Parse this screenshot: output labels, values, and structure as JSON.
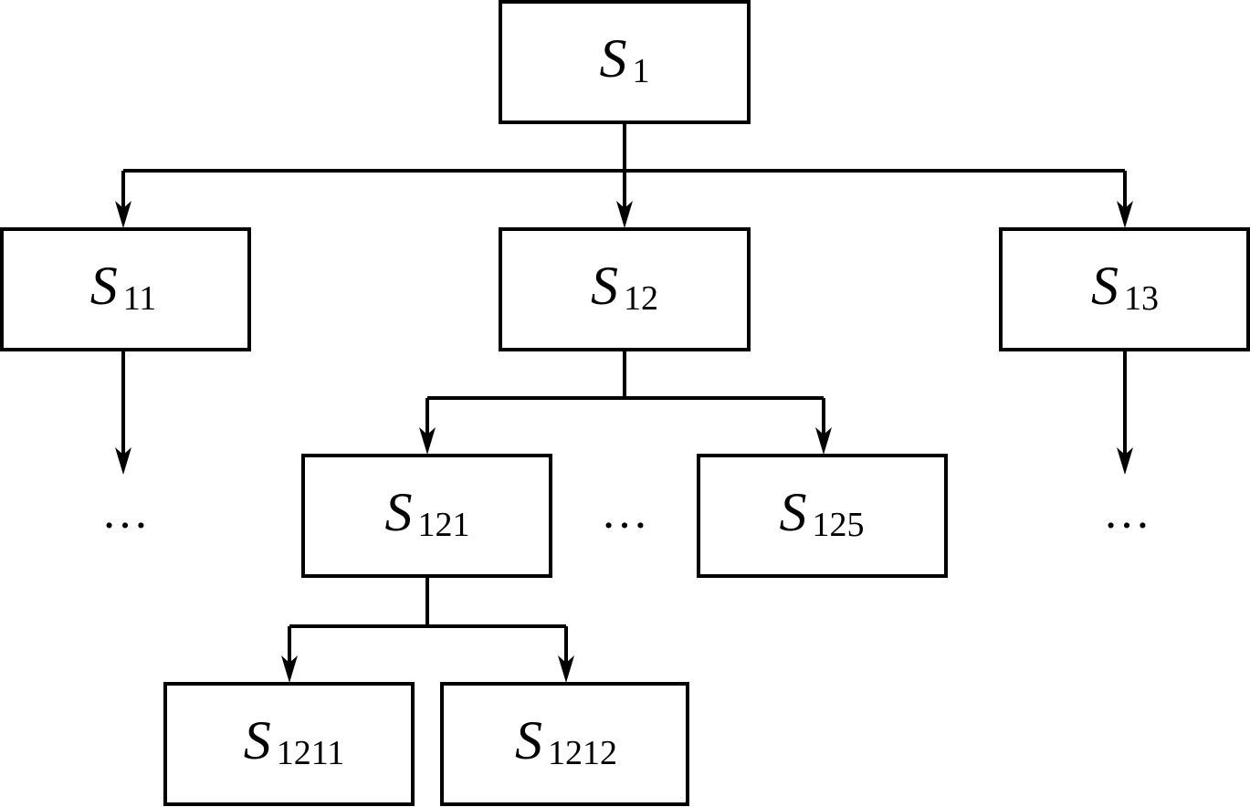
{
  "nodes": {
    "s1": {
      "symbol": "S",
      "subscript": "1"
    },
    "s11": {
      "symbol": "S",
      "subscript": "11"
    },
    "s12": {
      "symbol": "S",
      "subscript": "12"
    },
    "s13": {
      "symbol": "S",
      "subscript": "13"
    },
    "s121": {
      "symbol": "S",
      "subscript": "121"
    },
    "s125": {
      "symbol": "S",
      "subscript": "125"
    },
    "s1211": {
      "symbol": "S",
      "subscript": "1211"
    },
    "s1212": {
      "symbol": "S",
      "subscript": "1212"
    }
  },
  "ellipses": {
    "under_s11": "…",
    "between_s121_s125": "…",
    "under_s13": "…"
  },
  "colors": {
    "stroke": "#000000",
    "background": "#ffffff"
  }
}
